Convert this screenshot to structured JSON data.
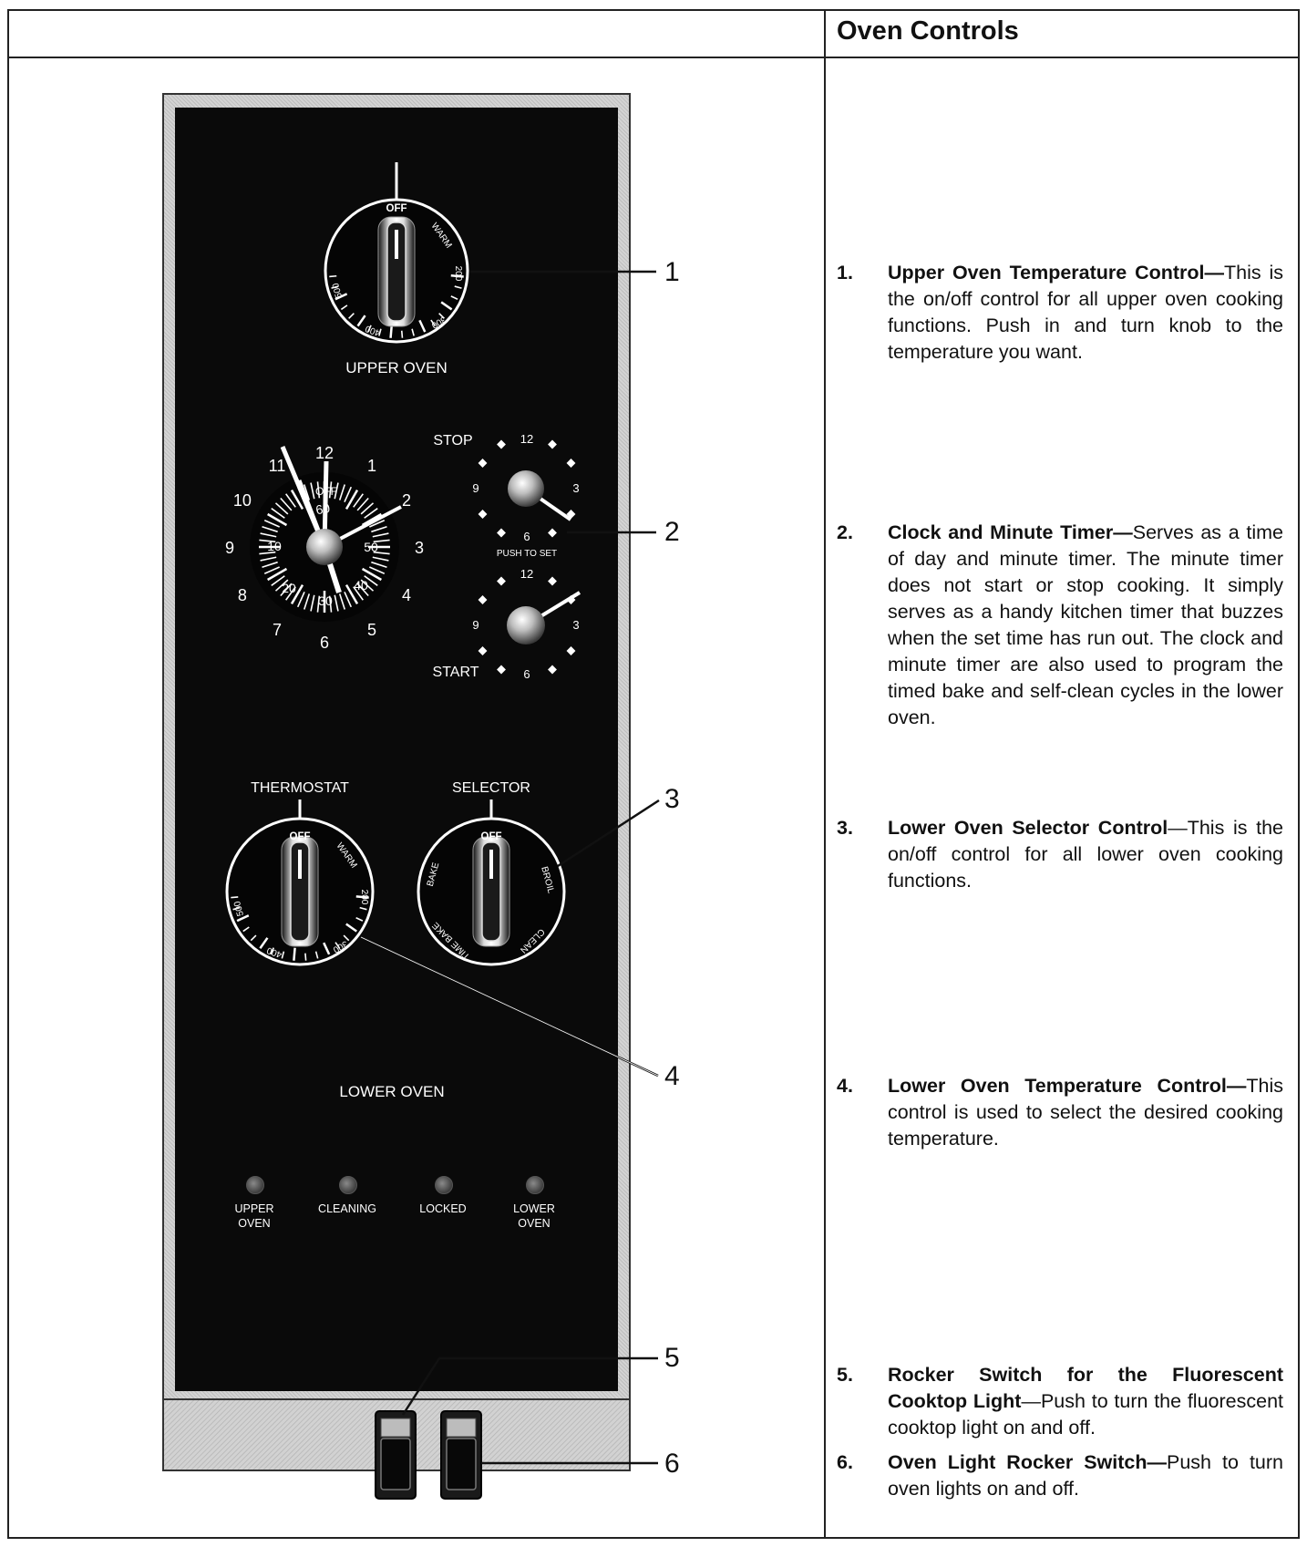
{
  "header": {
    "title": "Oven Controls"
  },
  "panel": {
    "upper_knob": {
      "off": "OFF",
      "warm": "WARM",
      "t200": "200",
      "t300": "300",
      "t400": "400",
      "t500": "500",
      "label": "UPPER OVEN"
    },
    "clock": {
      "hours": [
        "12",
        "1",
        "2",
        "3",
        "4",
        "5",
        "6",
        "7",
        "8",
        "9",
        "10",
        "11"
      ],
      "off": "OFF",
      "minutes": {
        "m10": "10",
        "m20": "20",
        "m30": "30",
        "m40": "40",
        "m50": "50",
        "m60": "60"
      }
    },
    "stop_dial": {
      "label": "STOP",
      "n12": "12",
      "n3": "3",
      "n6": "6",
      "n9": "9",
      "push": "PUSH TO SET"
    },
    "start_dial": {
      "label": "START",
      "n12": "12",
      "n3": "3",
      "n6": "6",
      "n9": "9"
    },
    "thermostat": {
      "label": "THERMOSTAT",
      "off": "OFF",
      "warm": "WARM",
      "t200": "200",
      "t300": "300",
      "t400": "400",
      "t500": "500"
    },
    "selector": {
      "label": "SELECTOR",
      "off": "OFF",
      "broil": "BROIL",
      "bake": "BAKE",
      "time_bake": "TIME BAKE",
      "clean": "CLEAN"
    },
    "lower_label": "LOWER OVEN",
    "lights": {
      "upper_oven": [
        "UPPER",
        "OVEN"
      ],
      "cleaning": "CLEANING",
      "locked": "LOCKED",
      "lower_oven": [
        "LOWER",
        "OVEN"
      ]
    }
  },
  "callouts": [
    "1",
    "2",
    "3",
    "4",
    "5",
    "6"
  ],
  "descriptions": [
    {
      "num": "1.",
      "title": "Upper Oven Temperature Control—",
      "text": "This is the on/off control for all upper oven cooking functions. Push in and turn knob to the temperature you want."
    },
    {
      "num": "2.",
      "title": "Clock and Minute Timer—",
      "text": "Serves as a time of day and minute timer. The minute timer does not start or stop cooking. It simply serves as a handy kitchen timer that buzzes when the set time has run out. The clock and minute timer are also used to program the timed bake and self-clean cycles in the lower oven."
    },
    {
      "num": "3.",
      "title": "Lower Oven Selector Control",
      "text": "—This is the on/off control for all lower oven cooking functions."
    },
    {
      "num": "4.",
      "title": "Lower Oven Temperature Control—",
      "text": "This control is used to select the desired cooking temperature."
    },
    {
      "num": "5.",
      "title": "Rocker Switch for the Fluorescent Cooktop Light",
      "text": "—Push to turn the fluorescent cooktop light on and off."
    },
    {
      "num": "6.",
      "title": "Oven Light Rocker Switch—",
      "text": "Push to turn oven lights on and off."
    }
  ]
}
